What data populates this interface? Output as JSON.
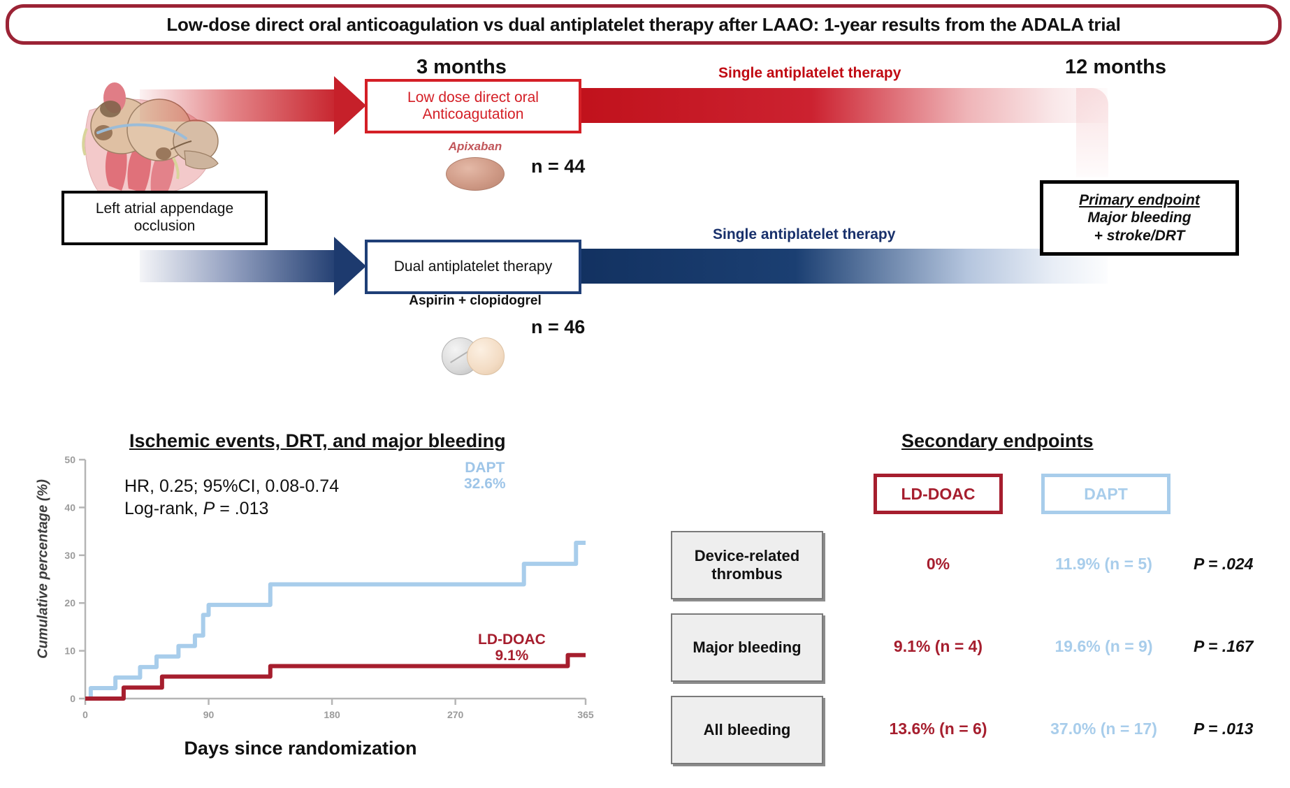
{
  "title": "Low-dose direct oral anticoagulation vs dual antiplatelet therapy after LAAO: 1-year results from the ADALA trial",
  "colors": {
    "banner_border": "#9b2335",
    "red_arm": "#c6202a",
    "blue_arm": "#1d3a6e",
    "ld_doac": "#a61e2e",
    "dapt": "#a8cdeb"
  },
  "flow": {
    "timeline": {
      "month3": "3 months",
      "month12": "12 months"
    },
    "entry_box": "Left atrial appendage occlusion",
    "arms": [
      {
        "id": "ld-doac",
        "box_label": "Low dose direct oral Anticoagutation",
        "drug": "Apixaban",
        "n_label": "n = 44",
        "followup_label": "Single antiplatelet therapy"
      },
      {
        "id": "dapt",
        "box_label": "Dual antiplatelet therapy",
        "drug": "Aspirin + clopidogrel",
        "n_label": "n = 46",
        "followup_label": "Single antiplatelet therapy"
      }
    ],
    "primary_endpoint": {
      "heading": "Primary endpoint",
      "line1": "Major bleeding",
      "line2": "+ stroke/DRT"
    }
  },
  "chart_data": {
    "type": "line",
    "title": "Ischemic events, DRT, and major bleeding",
    "xlabel": "Days since randomization",
    "ylabel": "Cumulative percentage (%)",
    "xlim": [
      0,
      365
    ],
    "ylim": [
      0,
      50
    ],
    "xticks": [
      0,
      90,
      180,
      270,
      365
    ],
    "xtick_labels": [
      "0",
      "90",
      "180",
      "270",
      "365"
    ],
    "yticks": [
      0,
      10,
      20,
      30,
      40,
      50
    ],
    "ytick_labels": [
      "0",
      "10",
      "20",
      "30",
      "40",
      "50"
    ],
    "grid": false,
    "legend": "inline-annotations",
    "annotations": {
      "hr_line": "HR, 0.25; 95%CI, 0.08-0.74",
      "logrank_line_prefix": "Log-rank, ",
      "logrank_p_italic": "P",
      "logrank_value": " = .013"
    },
    "series": [
      {
        "name": "DAPT",
        "color": "#a8cdeb",
        "end_label": "DAPT",
        "end_value_label": "32.6%",
        "final_value": 32.6,
        "steps": [
          {
            "x": 0,
            "y": 0
          },
          {
            "x": 4,
            "y": 2.2
          },
          {
            "x": 22,
            "y": 4.4
          },
          {
            "x": 40,
            "y": 6.6
          },
          {
            "x": 52,
            "y": 8.8
          },
          {
            "x": 68,
            "y": 11.0
          },
          {
            "x": 80,
            "y": 13.2
          },
          {
            "x": 86,
            "y": 17.5
          },
          {
            "x": 90,
            "y": 19.6
          },
          {
            "x": 135,
            "y": 23.9
          },
          {
            "x": 320,
            "y": 28.2
          },
          {
            "x": 358,
            "y": 32.6
          },
          {
            "x": 365,
            "y": 32.6
          }
        ]
      },
      {
        "name": "LD-DOAC",
        "color": "#a61e2e",
        "end_label": "LD-DOAC",
        "end_value_label": "9.1%",
        "final_value": 9.1,
        "steps": [
          {
            "x": 0,
            "y": 0
          },
          {
            "x": 28,
            "y": 2.3
          },
          {
            "x": 56,
            "y": 4.6
          },
          {
            "x": 135,
            "y": 6.8
          },
          {
            "x": 352,
            "y": 9.1
          },
          {
            "x": 365,
            "y": 9.1
          }
        ]
      }
    ]
  },
  "secondary": {
    "title": "Secondary endpoints",
    "col_headers": [
      "LD-DOAC",
      "DAPT"
    ],
    "rows": [
      {
        "name": "Device-related thrombus",
        "ld_doac": "0%",
        "dapt": "11.9% (n = 5)",
        "p_value": "P = .024"
      },
      {
        "name": "Major bleeding",
        "ld_doac": "9.1% (n = 4)",
        "dapt": "19.6% (n = 9)",
        "p_value": "P = .167"
      },
      {
        "name": "All bleeding",
        "ld_doac": "13.6% (n = 6)",
        "dapt": "37.0% (n = 17)",
        "p_value": "P = .013"
      }
    ]
  }
}
